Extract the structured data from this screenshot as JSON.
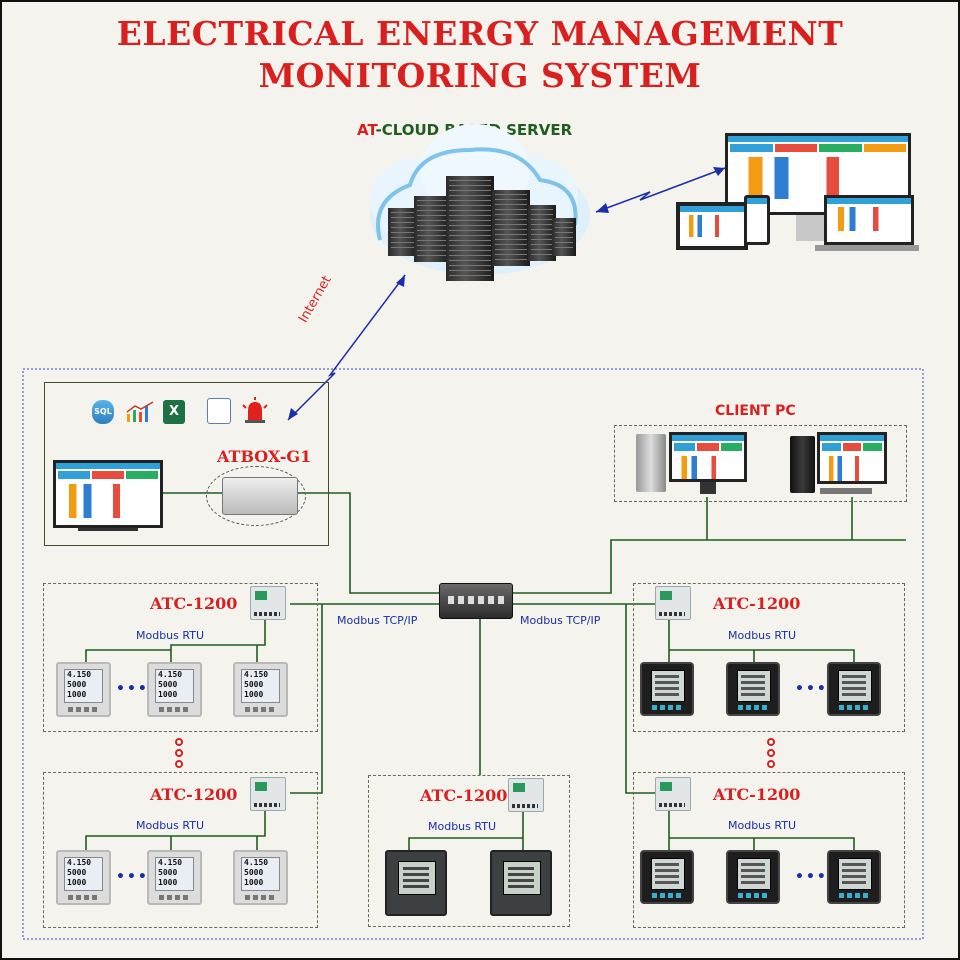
{
  "title": {
    "line1": "ELECTRICAL ENERGY MANAGEMENT",
    "line2": "MONITORING SYSTEM"
  },
  "cloud": {
    "label_prefix": "AT",
    "label_rest": "-CLOUD BASED SERVER"
  },
  "link_internet": "Internet",
  "atbox": {
    "label": "ATBOX-G1",
    "icons": [
      "database-icon",
      "line-chart-icon",
      "excel-icon",
      "report-icon",
      "alarm-icon"
    ],
    "sql_text": "SQL",
    "excel_text": "X"
  },
  "client_pc": {
    "label": "CLIENT PC"
  },
  "network": {
    "left_protocol": "Modbus TCP/IP",
    "right_protocol": "Modbus TCP/IP"
  },
  "groups": {
    "top_left": {
      "label": "ATC-1200",
      "bus": "Modbus RTU"
    },
    "bottom_left": {
      "label": "ATC-1200",
      "bus": "Modbus RTU"
    },
    "bottom_center": {
      "label": "ATC-1200",
      "bus": "Modbus RTU"
    },
    "top_right": {
      "label": "ATC-1200",
      "bus": "Modbus RTU"
    },
    "bottom_right": {
      "label": "ATC-1200",
      "bus": "Modbus RTU"
    }
  },
  "meter_reading": {
    "l1": "4.150",
    "l2": "5000",
    "l3": "1000"
  },
  "ellipsis": "•••",
  "colors": {
    "title_red": "#d9201f",
    "wire_green": "#1f5e1f",
    "link_blue": "#1a2ea8",
    "frame_blue": "#3347c7"
  }
}
